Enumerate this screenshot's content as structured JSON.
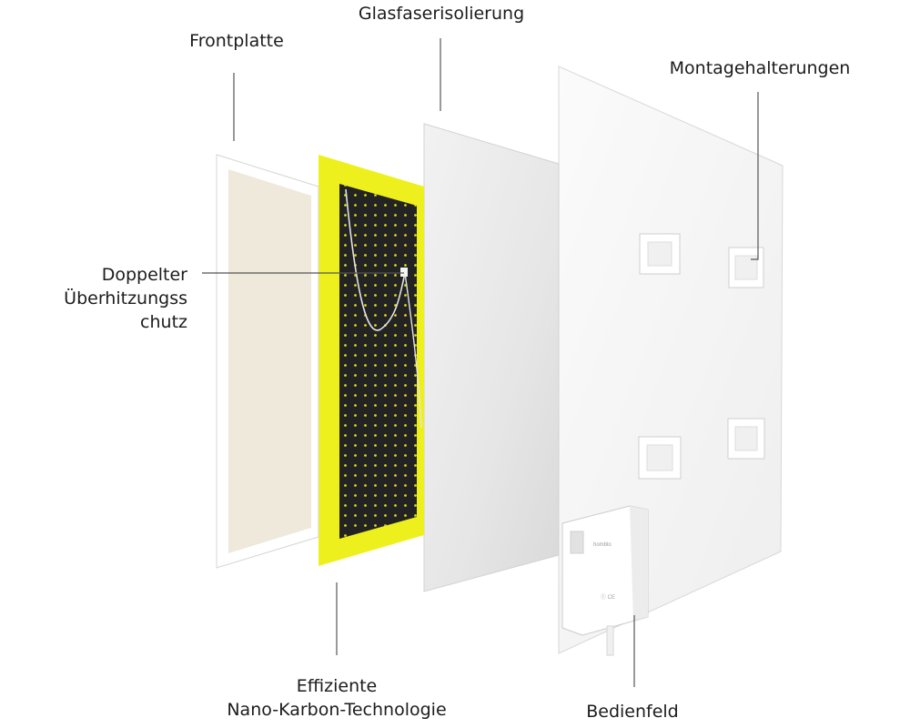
{
  "labels": {
    "frontplatte": "Frontplatte",
    "glasfaser": "Glasfaserisolierung",
    "montage": "Montagehalterungen",
    "doppelter": [
      "Doppelter",
      "Überhitzungss",
      "chutz"
    ],
    "effizient": [
      "Effiziente",
      "Nano-Karbon-Technologie"
    ],
    "bedienfeld": "Bedienfeld"
  },
  "control_box": {
    "brand": "homblo",
    "marking": "ⓒ CE"
  },
  "colors": {
    "yellow": "#eef01e",
    "carbon": "#232323",
    "dots": "#d8d820",
    "front": "#efe9dc",
    "panel": "#f6f6f6",
    "line": "#555555"
  }
}
